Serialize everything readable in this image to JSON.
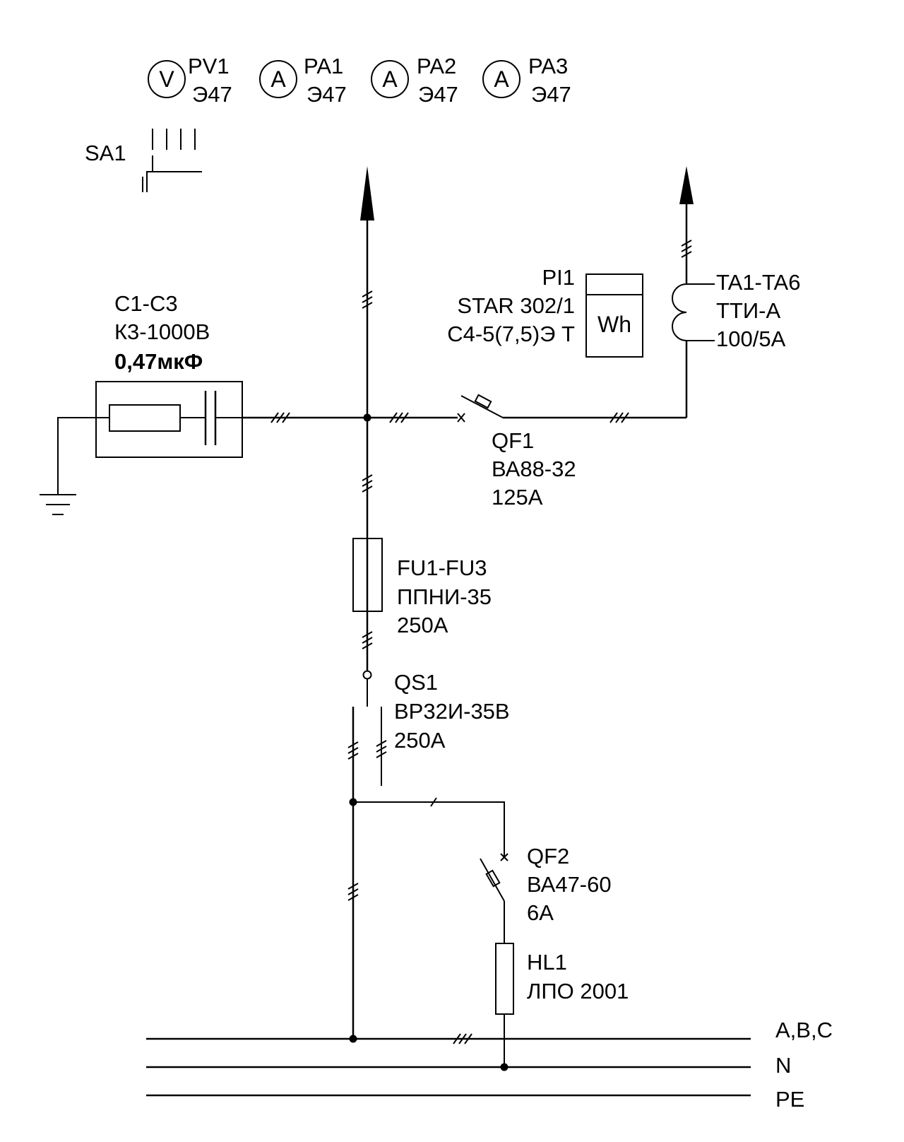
{
  "meters": [
    {
      "symbol": "V",
      "id": "PV1",
      "model": "Э47"
    },
    {
      "symbol": "A",
      "id": "PA1",
      "model": "Э47"
    },
    {
      "symbol": "A",
      "id": "PA2",
      "model": "Э47"
    },
    {
      "symbol": "A",
      "id": "PA3",
      "model": "Э47"
    }
  ],
  "switch_sa1": {
    "id": "SA1"
  },
  "capacitor": {
    "id": "C1-C3",
    "model": "К3-1000В",
    "value": "0,47мкФ"
  },
  "energy_meter": {
    "id": "PI1",
    "model": "STAR 302/1",
    "type": "С4-5(7,5)Э Т",
    "symbol": "Wh"
  },
  "current_transformer": {
    "id": "TA1-TA6",
    "model": "ТТИ-А",
    "ratio": "100/5А"
  },
  "breaker_qf1": {
    "id": "QF1",
    "model": "ВА88-32",
    "rating": "125А"
  },
  "fuse": {
    "id": "FU1-FU3",
    "model": "ППНИ-35",
    "rating": "250А"
  },
  "disconnector_qs1": {
    "id": "QS1",
    "model": "ВР32И-35В",
    "rating": "250А"
  },
  "breaker_qf2": {
    "id": "QF2",
    "model": "ВА47-60",
    "rating": "6А"
  },
  "lamp": {
    "id": "HL1",
    "model": "ЛПО 2001"
  },
  "buses": [
    {
      "label": "A,B,C"
    },
    {
      "label": "N"
    },
    {
      "label": "PE"
    }
  ]
}
